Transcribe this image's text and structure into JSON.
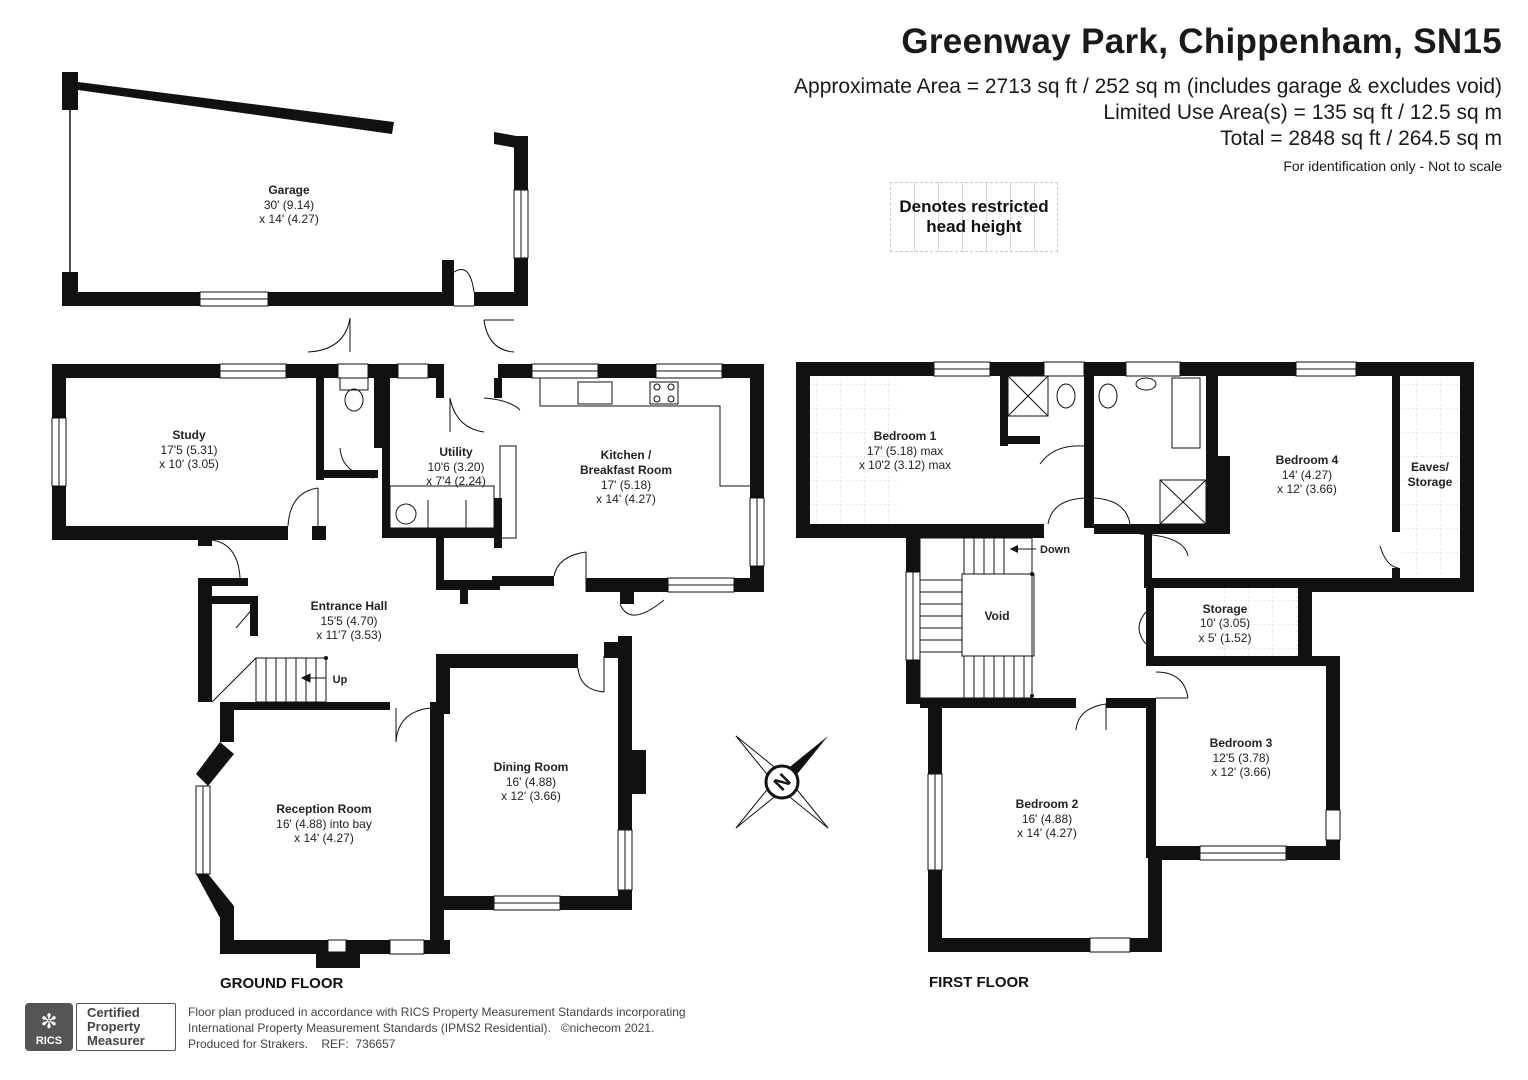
{
  "header": {
    "title": "Greenway Park, Chippenham, SN15",
    "area_line": "Approximate Area = 2713 sq ft / 252 sq m (includes garage & excludes void)",
    "limited_line": "Limited Use Area(s) = 135 sq ft / 12.5 sq m",
    "total_line": "Total = 2848 sq ft / 264.5 sq m",
    "note": "For identification only - Not to scale"
  },
  "legend": {
    "line1": "Denotes restricted",
    "line2": "head height"
  },
  "ground_floor": {
    "label": "GROUND FLOOR",
    "rooms": {
      "garage": {
        "name": "Garage",
        "dim1": "30' (9.14)",
        "dim2": "x 14' (4.27)"
      },
      "study": {
        "name": "Study",
        "dim1": "17'5 (5.31)",
        "dim2": "x 10' (3.05)"
      },
      "utility": {
        "name": "Utility",
        "dim1": "10'6 (3.20)",
        "dim2": "x 7'4 (2.24)"
      },
      "kitchen": {
        "name1": "Kitchen /",
        "name2": "Breakfast Room",
        "dim1": "17' (5.18)",
        "dim2": "x 14' (4.27)"
      },
      "entrance": {
        "name": "Entrance Hall",
        "dim1": "15'5 (4.70)",
        "dim2": "x 11'7 (3.53)"
      },
      "reception": {
        "name": "Reception Room",
        "dim1": "16' (4.88) into bay",
        "dim2": "x 14' (4.27)"
      },
      "dining": {
        "name": "Dining Room",
        "dim1": "16' (4.88)",
        "dim2": "x 12' (3.66)"
      }
    },
    "stairs_label": "Up"
  },
  "first_floor": {
    "label": "FIRST FLOOR",
    "rooms": {
      "bedroom1": {
        "name": "Bedroom 1",
        "dim1": "17' (5.18) max",
        "dim2": "x 10'2 (3.12) max"
      },
      "bedroom4": {
        "name": "Bedroom 4",
        "dim1": "14' (4.27)",
        "dim2": "x 12' (3.66)"
      },
      "eaves": {
        "name1": "Eaves/",
        "name2": "Storage"
      },
      "void": {
        "name": "Void"
      },
      "storage": {
        "name": "Storage",
        "dim1": "10' (3.05)",
        "dim2": "x 5' (1.52)"
      },
      "bedroom3": {
        "name": "Bedroom 3",
        "dim1": "12'5 (3.78)",
        "dim2": "x 12' (3.66)"
      },
      "bedroom2": {
        "name": "Bedroom 2",
        "dim1": "16' (4.88)",
        "dim2": "x 14' (4.27)"
      }
    },
    "stairs_label": "Down"
  },
  "compass": {
    "letter": "N"
  },
  "footer": {
    "text": "Floor plan produced in accordance with RICS Property Measurement Standards incorporating\nInternational Property Measurement Standards (IPMS2 Residential).   ©nichecom 2021.\nProduced for Strakers.    REF:  736657",
    "rics_label": "RICS",
    "cert_line1": "Certified",
    "cert_line2": "Property",
    "cert_line3": "Measurer"
  }
}
